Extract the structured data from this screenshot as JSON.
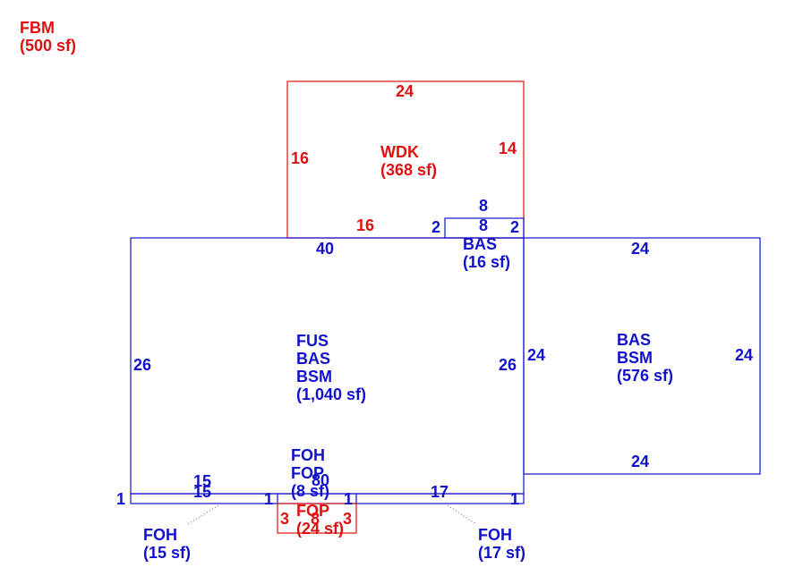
{
  "colors": {
    "red": "#dd1111",
    "blue": "#1111cc",
    "leader": "#8888cc"
  },
  "areas": {
    "fbm": {
      "code": "FBM",
      "area": "(500 sf)"
    },
    "wdk": {
      "code": "WDK",
      "area": "(368 sf)"
    },
    "bas_small": {
      "code": "BAS",
      "area": "(16 sf)"
    },
    "main": {
      "line1": "FUS",
      "line2": "BAS",
      "line3": "BSM",
      "area": "(1,040 sf)"
    },
    "right": {
      "line1": "BAS",
      "line2": "BSM",
      "area": "(576 sf)"
    },
    "foh_center": {
      "line1": "FOH",
      "line2": "FOP",
      "area": "(8 sf)"
    },
    "fop_center": {
      "code": "FOP",
      "area": "(24 sf)"
    },
    "foh_left": {
      "code": "FOH",
      "area": "(15 sf)"
    },
    "foh_right": {
      "code": "FOH",
      "area": "(17 sf)"
    }
  },
  "dims": {
    "wdk_top": "24",
    "wdk_left": "16",
    "wdk_right": "14",
    "wdk_bottom": "16",
    "bas_top": "8",
    "bas_mid": "8",
    "bas_left": "2",
    "bas_right": "2",
    "main_top": "40",
    "main_left": "26",
    "main_right": "26",
    "right_top": "24",
    "right_left": "24",
    "right_right": "24",
    "right_bottom": "24",
    "strip_left_top": "15",
    "strip_left_bottom": "15",
    "strip_left_end": "1",
    "strip_left_inner": "1",
    "strip_center_top": "8",
    "strip_center_top2": "0",
    "strip_center_end": "1",
    "strip_right_top": "17",
    "strip_right_end": "1",
    "fop_left": "3",
    "fop_bottom": "8",
    "fop_right": "3"
  }
}
